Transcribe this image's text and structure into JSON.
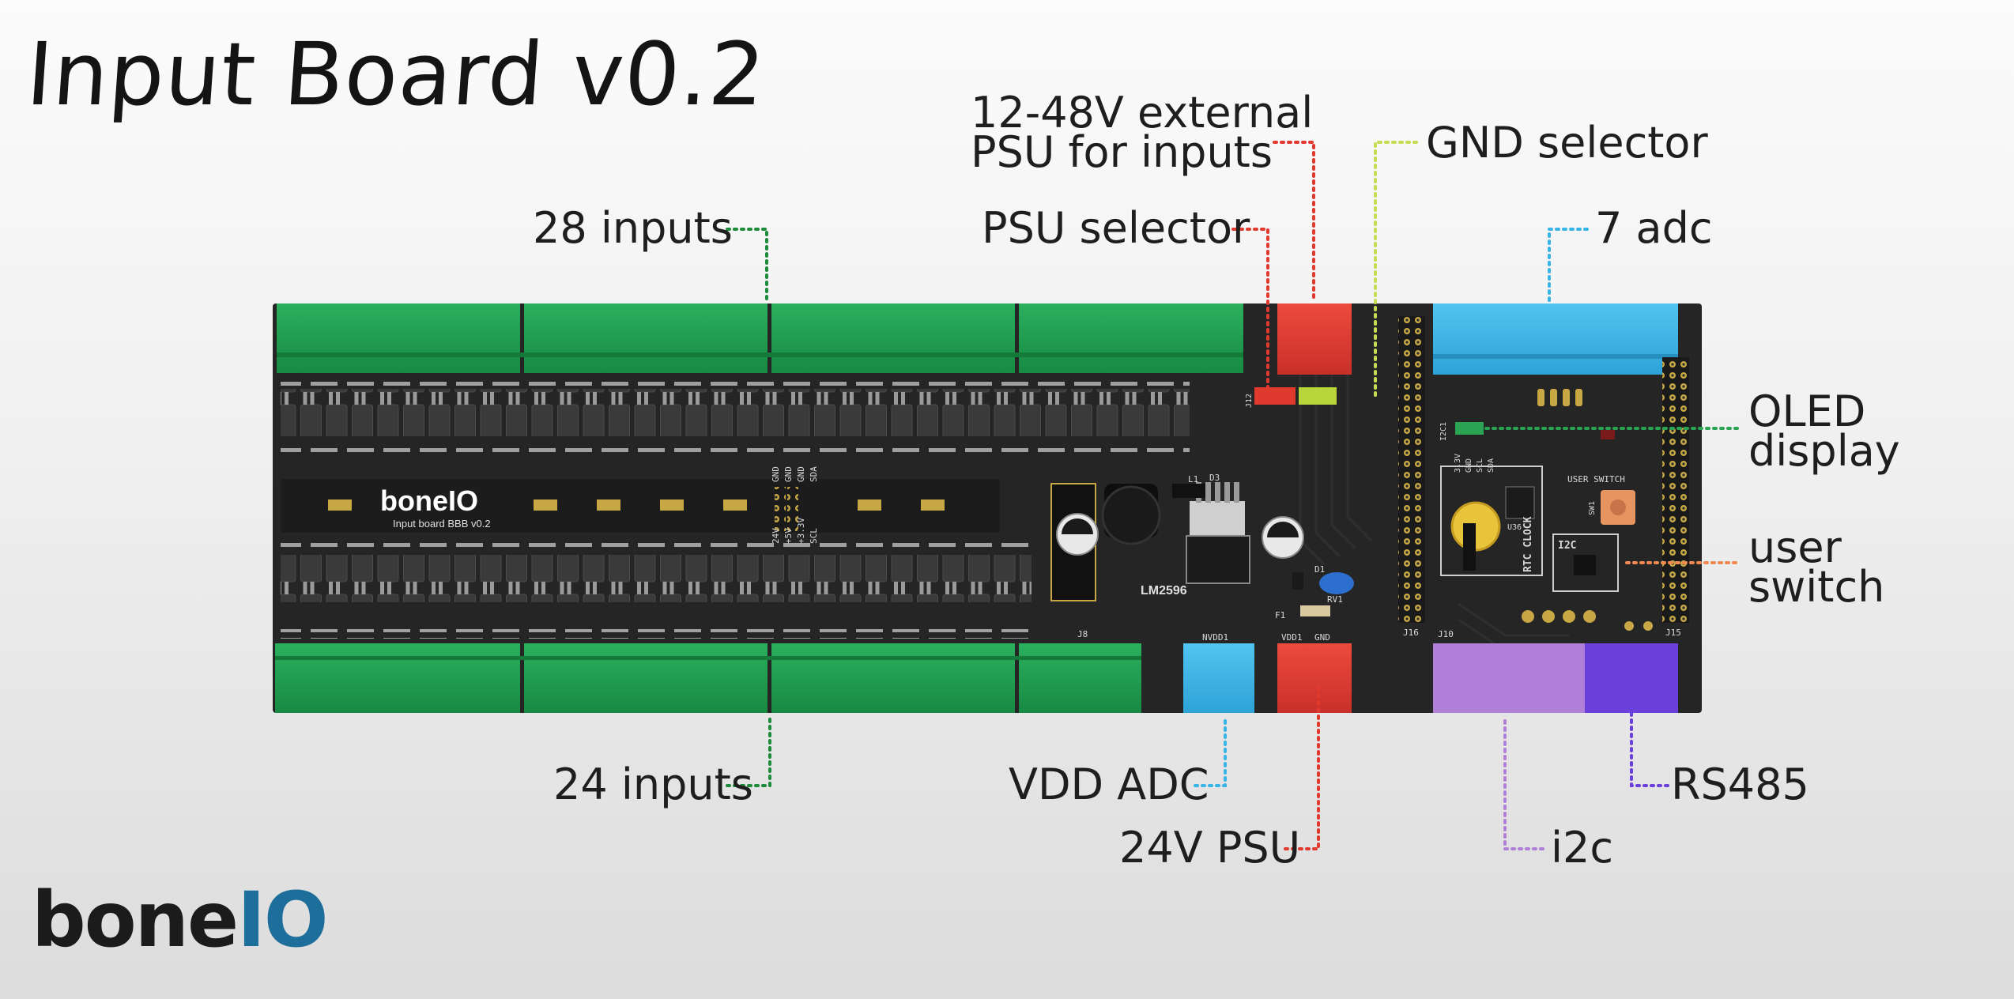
{
  "title": "Input Board v0.2",
  "labels": {
    "inputs_top": "28 inputs",
    "psu_external_line1": "12-48V external",
    "psu_external_line2": "PSU for inputs",
    "psu_selector": "PSU selector",
    "gnd_selector": "GND selector",
    "adc": "7 adc",
    "oled_line1": "OLED",
    "oled_line2": "display",
    "user_switch_line1": "user",
    "user_switch_line2": "switch",
    "inputs_bottom": "24 inputs",
    "vdd_adc": "VDD ADC",
    "psu_24v": "24V PSU",
    "i2c": "i2c",
    "rs485": "RS485"
  },
  "board_silkscreen": {
    "brand": "boneIO",
    "board_name": "Input board BBB v0.2",
    "regulator": "LM2596",
    "rtc": "RTC CLOCK",
    "user_switch": "USER SWITCH",
    "i2c": "I2C",
    "j8": "J8",
    "j10": "J10",
    "j15": "J15",
    "j16": "J16",
    "vdd_pad": "VDD1",
    "gnd_pad": "GND",
    "nvdd_pad": "NVDD1",
    "sw1": "SW1",
    "f1": "F1",
    "rv1": "RV1",
    "l1": "L1",
    "d1": "D1",
    "d3": "D3",
    "u36": "U36",
    "i2c1": "I2C1",
    "j12": "J12",
    "power_pins": [
      "24V",
      "+5V",
      "+3.3V",
      "SCL"
    ],
    "bus_pins": [
      "GND",
      "GND",
      "GND",
      "SDA"
    ],
    "oled_pins": [
      "3.3V",
      "GND",
      "SCL",
      "SDA"
    ]
  },
  "logo": {
    "bone": "bone",
    "io": "IO"
  },
  "colors": {
    "connector_green": "#1f9a4e",
    "connector_red": "#e03a2e",
    "connector_blue": "#39b4e6",
    "connector_purple": "#b07fd8",
    "connector_violet": "#6b3fd9",
    "pcb": "#252525",
    "logo_accent": "#1e6e9c"
  }
}
